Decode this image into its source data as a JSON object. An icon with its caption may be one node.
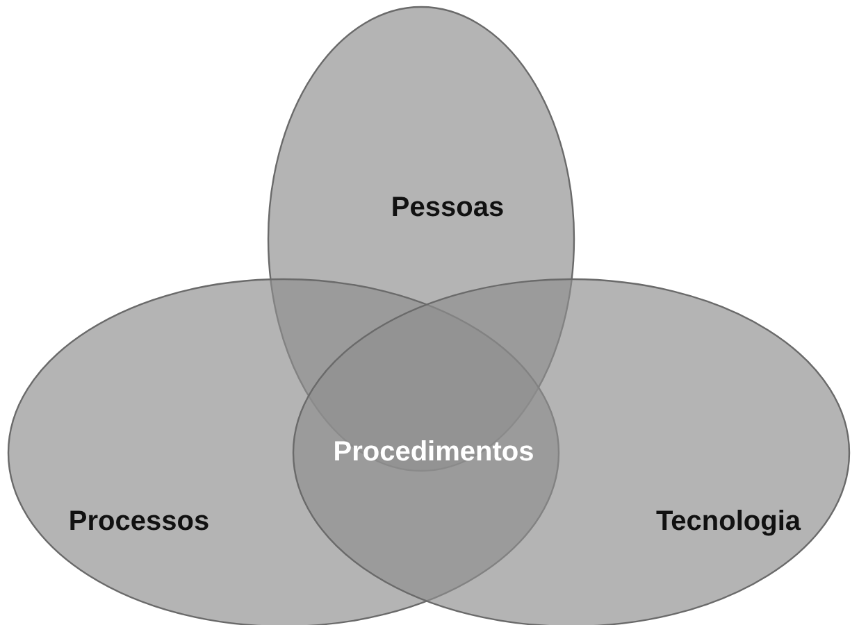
{
  "diagram": {
    "nodes": [
      {
        "text": [
          "Pessoas"
        ]
      },
      {
        "text": [
          "Processos"
        ]
      },
      {
        "text": [
          "Tecnologia"
        ]
      }
    ],
    "edges": [],
    "labels": [
      "Procedimentos"
    ]
  }
}
